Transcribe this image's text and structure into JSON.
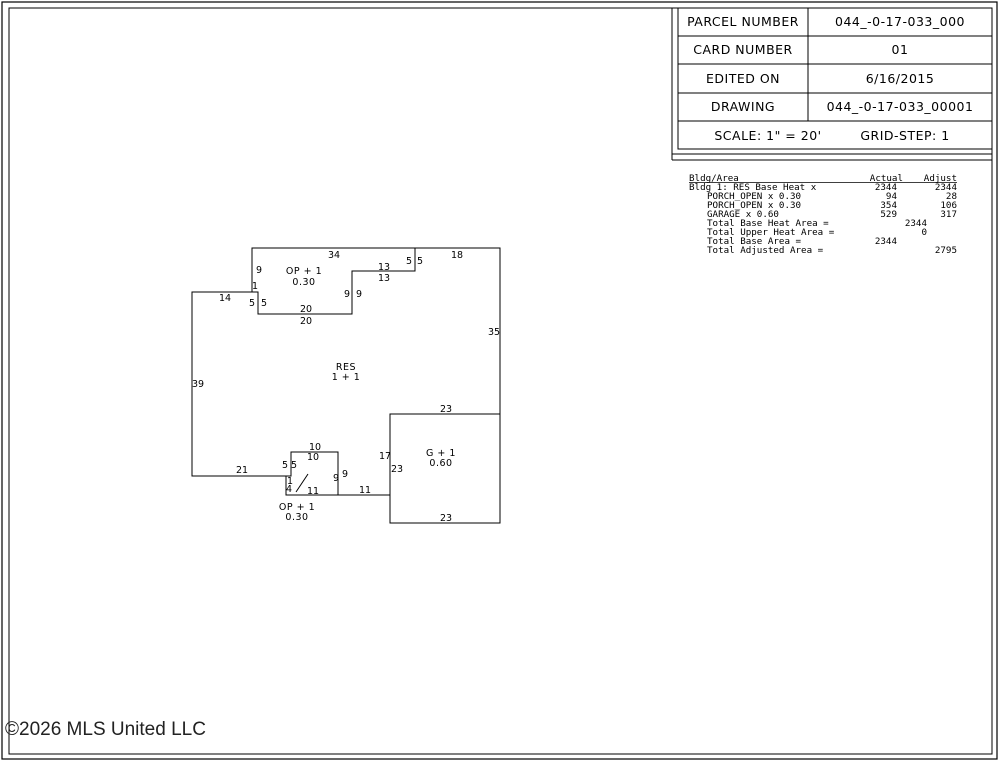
{
  "info_table": {
    "parcel_number_label": "PARCEL NUMBER",
    "parcel_number": "044_-0-17-033_000",
    "card_number_label": "CARD NUMBER",
    "card_number": "01",
    "edited_on_label": "EDITED ON",
    "edited_on": "6/16/2015",
    "drawing_label": "DRAWING",
    "drawing": "044_-0-17-033_00001",
    "scale": "SCALE: 1\" = 20'",
    "grid_step": "GRID-STEP: 1"
  },
  "area_summary": {
    "header_area": "Bldg/Area",
    "header_actual": "Actual",
    "header_adjust": "Adjust",
    "rows": [
      {
        "label": "Bldg 1: RES Base Heat x",
        "actual": "2344",
        "adjust": "2344"
      },
      {
        "label": "PORCH_OPEN x 0.30",
        "actual": "94",
        "adjust": "28"
      },
      {
        "label": "PORCH_OPEN x 0.30",
        "actual": "354",
        "adjust": "106"
      },
      {
        "label": "GARAGE x 0.60",
        "actual": "529",
        "adjust": "317"
      }
    ],
    "totals": [
      {
        "label": "Total Base Heat Area =",
        "value": "2344"
      },
      {
        "label": "Total Upper Heat Area =",
        "value": "0"
      },
      {
        "label": "Total Base Area =",
        "value": "2344"
      },
      {
        "label": "Total Adjusted Area =",
        "value": "2795"
      }
    ]
  },
  "sketch": {
    "areas": {
      "res_name": "RES",
      "res_floors": "1 + 1",
      "garage_name": "G + 1",
      "garage_factor": "0.60",
      "porch_top_name": "OP + 1",
      "porch_top_factor": "0.30",
      "porch_bottom_name": "OP + 1",
      "porch_bottom_factor": "0.30"
    },
    "dims": {
      "res_top_34": "34",
      "res_top_18": "18",
      "res_top_5a": "5",
      "res_top_5b": "5",
      "res_step_13a": "13",
      "res_step_13b": "13",
      "res_left_9": "9",
      "res_left_1": "1",
      "res_left_14": "14",
      "res_left_5a": "5",
      "res_left_5b": "5",
      "res_right_35": "35",
      "res_left_39": "39",
      "porch_bottom_20a": "20",
      "porch_bottom_20b": "20",
      "porch_inner_9a": "9",
      "porch_inner_9b": "9",
      "res_bottom_21": "21",
      "res_bottom_11": "11",
      "bporch_top_10a": "10",
      "bporch_top_10b": "10",
      "bporch_5a": "5",
      "bporch_5b": "5",
      "bporch_1": "1",
      "bporch_4": "4",
      "bporch_11": "11",
      "bporch_9a": "9",
      "bporch_9b": "9",
      "garage_top_23": "23",
      "garage_bottom_23": "23",
      "garage_left_23": "23",
      "garage_17": "17"
    }
  },
  "watermark": "©2026 MLS United LLC"
}
